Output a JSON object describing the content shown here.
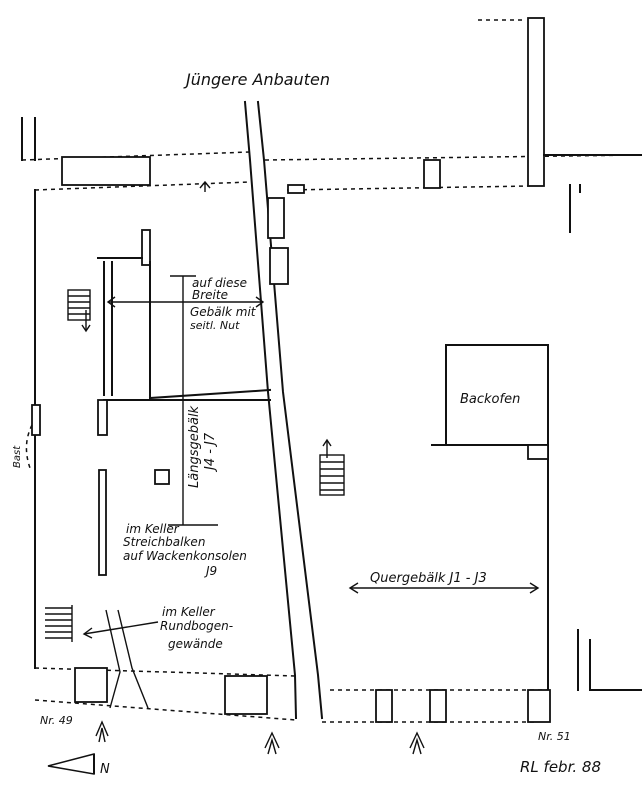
{
  "labels": {
    "annex": "Jüngere Anbauten",
    "width_note_1": "auf diese",
    "width_note_2": "Breite",
    "beam_note_1": "Gebälk mit",
    "beam_note_2": "seitl. Nut",
    "long_beams_1": "Längsgebälk",
    "long_beams_2": "J4 - J7",
    "oven": "Backofen",
    "basement_1_a": "im Keller",
    "basement_1_b": "Streichbalken",
    "basement_1_c": "auf Wackenkonsolen",
    "basement_1_d": "J9",
    "basement_2_a": "im Keller",
    "basement_2_b": "Rundbogen-",
    "basement_2_c": "gewände",
    "cross_beams": "Quergebälk J1 - J3",
    "house_left": "Nr. 49",
    "house_right": "Nr. 51",
    "signature": "RL febr. 88",
    "north": "N",
    "side_label": "Bast"
  },
  "colors": {
    "ink": "#111111",
    "paper": "#ffffff"
  }
}
